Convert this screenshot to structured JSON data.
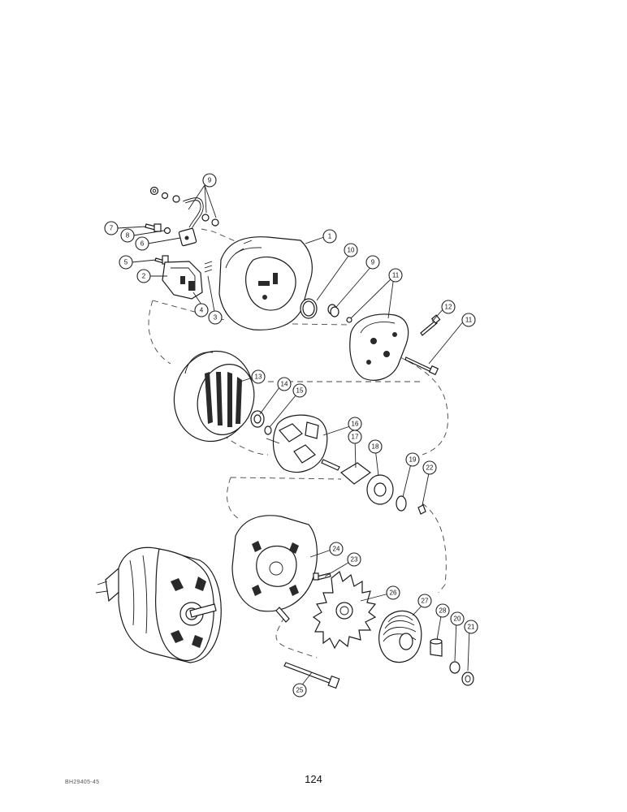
{
  "page": {
    "page_number": "124",
    "doc_code": "BH29405-45"
  },
  "callouts": [
    {
      "id": "c9a",
      "label": "9"
    },
    {
      "id": "c7",
      "label": "7"
    },
    {
      "id": "c8",
      "label": "8"
    },
    {
      "id": "c6",
      "label": "6"
    },
    {
      "id": "c5",
      "label": "5"
    },
    {
      "id": "c2",
      "label": "2"
    },
    {
      "id": "c4",
      "label": "4"
    },
    {
      "id": "c3",
      "label": "3"
    },
    {
      "id": "c1",
      "label": "1"
    },
    {
      "id": "c10",
      "label": "10"
    },
    {
      "id": "c9b",
      "label": "9"
    },
    {
      "id": "c11a",
      "label": "11"
    },
    {
      "id": "c12",
      "label": "12"
    },
    {
      "id": "c11b",
      "label": "11"
    },
    {
      "id": "c13",
      "label": "13"
    },
    {
      "id": "c14",
      "label": "14"
    },
    {
      "id": "c15",
      "label": "15"
    },
    {
      "id": "c16",
      "label": "16"
    },
    {
      "id": "c17",
      "label": "17"
    },
    {
      "id": "c18",
      "label": "18"
    },
    {
      "id": "c19",
      "label": "19"
    },
    {
      "id": "c22",
      "label": "22"
    },
    {
      "id": "c24",
      "label": "24"
    },
    {
      "id": "c23",
      "label": "23"
    },
    {
      "id": "c26",
      "label": "26"
    },
    {
      "id": "c27",
      "label": "27"
    },
    {
      "id": "c28",
      "label": "28"
    },
    {
      "id": "c20",
      "label": "20"
    },
    {
      "id": "c21",
      "label": "21"
    },
    {
      "id": "c25",
      "label": "25"
    }
  ]
}
